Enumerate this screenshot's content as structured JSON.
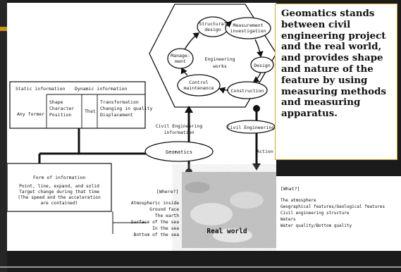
{
  "callout": {
    "text": "Geomatics stands between civil engineering project and the real world, and provides shape and nature of the feature by using measuring methods and measuring apparatus."
  },
  "cycle": {
    "center_label": [
      "Engineering",
      "works"
    ],
    "nodes": [
      {
        "id": "design_arc",
        "lines": [
          "Structural",
          "design"
        ]
      },
      {
        "id": "measurement",
        "lines": [
          "Measurement",
          "investigation"
        ]
      },
      {
        "id": "design",
        "lines": [
          "Design"
        ]
      },
      {
        "id": "construction",
        "lines": [
          "Construction"
        ]
      },
      {
        "id": "control",
        "lines": [
          "Control",
          "maintenance"
        ]
      },
      {
        "id": "management",
        "lines": [
          "Manage-",
          "ment"
        ]
      }
    ]
  },
  "info_table": {
    "headers": [
      "Static information",
      "Dynamic information"
    ],
    "row_label": "Any former",
    "static_items": [
      "Shape",
      "Character",
      "Position"
    ],
    "that_label": "That",
    "dynamic_items": [
      "Transformation",
      "Changing in quality",
      "Displacement"
    ]
  },
  "connectors": {
    "left_label": [
      "Civil Engineering",
      "information"
    ],
    "right_label": "Civil Engineering",
    "geomatics": "Geomatics",
    "action": "Action"
  },
  "info_form": {
    "title": "Form of information",
    "lines": [
      "Point, line, expand, and solid",
      "Target change during that time",
      "(The speed and the acceleration",
      "are contained)"
    ]
  },
  "where": {
    "header": "[Where?]",
    "items": [
      "Atmospheric inside",
      "Ground face",
      "The earth",
      "Surface of the sea",
      "In the sea",
      "Bottom of the sea"
    ]
  },
  "what": {
    "header": "[What?]",
    "items": [
      "The atmosphere",
      "Geographical features/Geological features",
      "Civil engineering structure",
      "Waters",
      "Water quality/Bottom quality"
    ]
  },
  "real_world_label": "Real world"
}
